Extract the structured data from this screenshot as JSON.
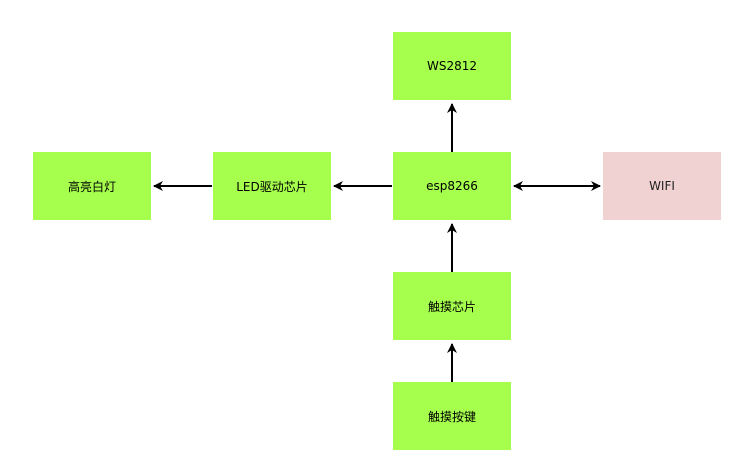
{
  "nodes": {
    "ws2812": "WS2812",
    "led_white": "高亮白灯",
    "led_driver": "LED驱动芯片",
    "esp8266": "esp8266",
    "wifi": "WIFI",
    "touch_chip": "触摸芯片",
    "touch_key": "触摸按键"
  },
  "colors": {
    "node_fill": "#a6ff4d",
    "wifi_fill": "#f0d2d2",
    "edge": "#000000"
  },
  "edges": [
    {
      "from": "esp8266",
      "to": "ws2812",
      "direction": "forward"
    },
    {
      "from": "esp8266",
      "to": "led_driver",
      "direction": "forward"
    },
    {
      "from": "led_driver",
      "to": "led_white",
      "direction": "forward"
    },
    {
      "from": "esp8266",
      "to": "wifi",
      "direction": "both"
    },
    {
      "from": "touch_chip",
      "to": "esp8266",
      "direction": "forward"
    },
    {
      "from": "touch_key",
      "to": "touch_chip",
      "direction": "forward"
    }
  ]
}
